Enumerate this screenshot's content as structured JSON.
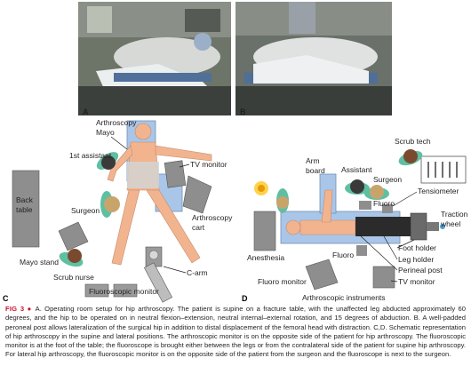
{
  "panels": {
    "A": "A",
    "B": "B",
    "C": "C",
    "D": "D"
  },
  "diagram_c": {
    "arthroscopy_mayo": [
      "Arthroscopy",
      "Mayo"
    ],
    "first_assistant": "1st assistant",
    "tv_monitor": "TV monitor",
    "back_table": [
      "Back",
      "table"
    ],
    "surgeon": "Surgeon",
    "arthroscopy_cart": [
      "Arthroscopy",
      "cart"
    ],
    "mayo_stand": "Mayo stand",
    "scrub_nurse": "Scrub nurse",
    "c_arm": "C-arm",
    "fluoroscopic_monitor": "Fluoroscopic monitor"
  },
  "diagram_d": {
    "scrub_tech": "Scrub tech",
    "arm_board": [
      "Arm",
      "board"
    ],
    "assistant": "Assistant",
    "surgeon": "Surgeon",
    "tensiometer": "Tensiometer",
    "fluoro_top": "Fluoro",
    "traction_wheel": [
      "Traction",
      "wheel"
    ],
    "anesthesia": "Anesthesia",
    "fluoro_bottom": "Fluoro",
    "foot_holder": "Foot holder",
    "leg_holder": "Leg holder",
    "perineal_post": "Perineal post",
    "fluoro_monitor": "Fluoro monitor",
    "tv_monitor": "TV monitor",
    "arthroscopic_instruments": "Arthroscopic instruments"
  },
  "caption": {
    "fig_label": "FIG 3",
    "bullet": "●",
    "text": "A. Operating room setup for hip arthroscopy. The patient is supine on a fracture table, with the unaffected leg abducted approximately 60 degrees, and the hip to be operated on in neutral flexion–extension, neutral internal–external rotation, and 15 degrees of abduction. B. A well-padded peroneal post allows lateralization of the surgical hip in addition to distal displacement of the femoral head with distraction. C,D. Schematic representation of hip arthroscopy in the supine and lateral positions. The arthroscopic monitor is on the opposite side of the patient for hip arthroscopy. The fluoroscopic monitor is at the foot of the table; the fluoroscope is brought either between the legs or from the contralateral side of the patient for supine hip arthroscopy. For lateral hip arthroscopy, the fluoroscopic monitor is on the opposite side of the patient from the surgeon and the fluoroscope is next to the surgeon."
  },
  "colors": {
    "table_blue": "#a9c6e8",
    "drape_green": "#5fbfa3",
    "gray": "#8e8e8e",
    "skin": "#f2b48f",
    "fig_red": "#c8102e"
  }
}
